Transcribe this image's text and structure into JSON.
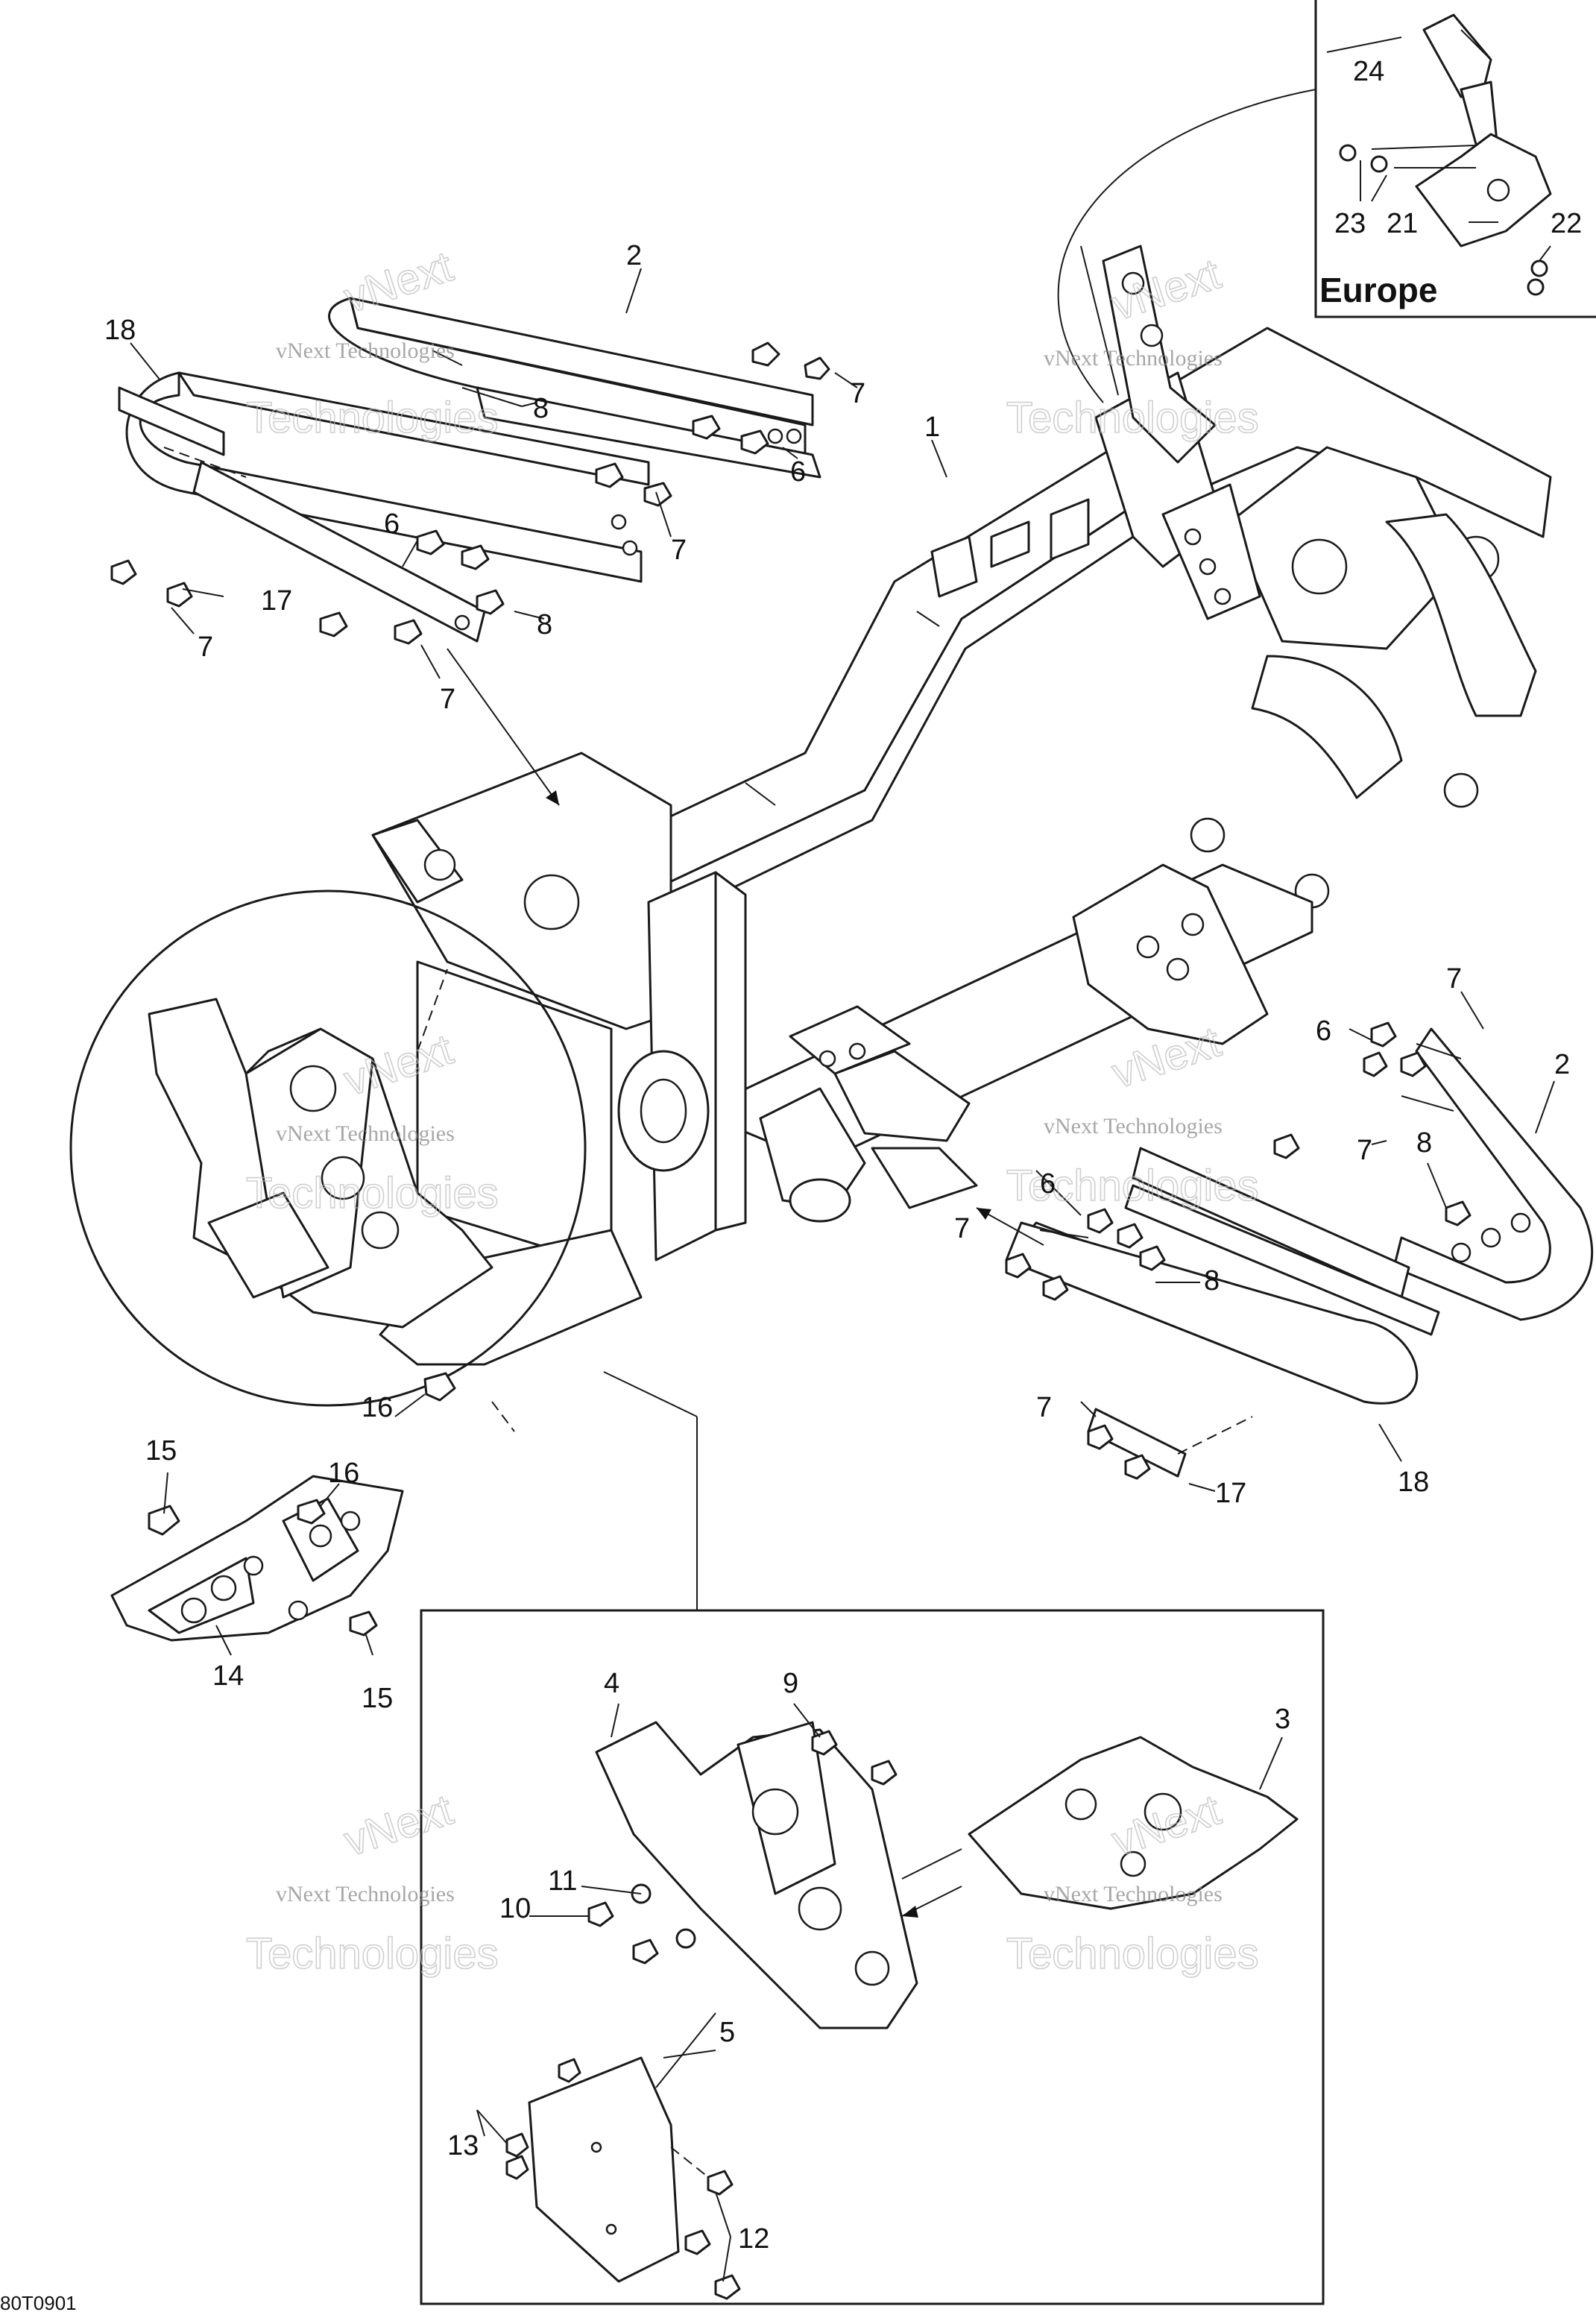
{
  "labels": {
    "l1": "1",
    "l2a": "2",
    "l2b": "2",
    "l3": "3",
    "l4": "4",
    "l5": "5",
    "l6a": "6",
    "l6b": "6",
    "l6c": "6",
    "l6d": "6",
    "l7a": "7",
    "l7b": "7",
    "l7c": "7",
    "l7d": "7",
    "l7e": "7",
    "l7f": "7",
    "l7g": "7",
    "l7h": "7",
    "l8a": "8",
    "l8b": "8",
    "l8c": "8",
    "l8d": "8",
    "l9": "9",
    "l10": "10",
    "l11": "11",
    "l12": "12",
    "l13": "13",
    "l14": "14",
    "l15a": "15",
    "l15b": "15",
    "l16a": "16",
    "l16b": "16",
    "l17a": "17",
    "l17b": "17",
    "l18a": "18",
    "l18b": "18",
    "l21": "21",
    "l22": "22",
    "l23": "23",
    "l24": "24"
  },
  "inset": {
    "region": "Europe"
  },
  "watermark": {
    "line1": "vNext Technologies",
    "line2": "Technologies",
    "badge": "vNext"
  },
  "diagram_code": "80T0901"
}
